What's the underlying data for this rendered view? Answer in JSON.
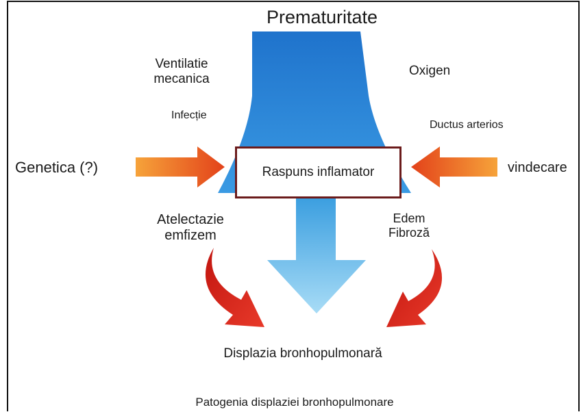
{
  "diagram": {
    "top": "Prematuritate",
    "left_causes": {
      "ventilation": "Ventilatie\nmecanica",
      "infection": "Infecție"
    },
    "right_causes": {
      "oxygen": "Oxigen",
      "ductus": "Ductus arterios"
    },
    "left_input": "Genetica (?)",
    "right_input": "vindecare",
    "center": "Raspuns inflamator",
    "left_outcome": "Atelectazie\nemfizem",
    "right_outcome": "Edem\nFibroză",
    "result": "Displazia bronhopulmonară",
    "caption": "Patogenia displaziei bronhopulmonare"
  },
  "colors": {
    "funnel_blue": "#2f86d6",
    "down_arrow_blue": "#6cc0ec",
    "orange_arrow": "#ef6a1f",
    "red_arrow": "#d9231c",
    "box_border": "#6b1b1b"
  }
}
